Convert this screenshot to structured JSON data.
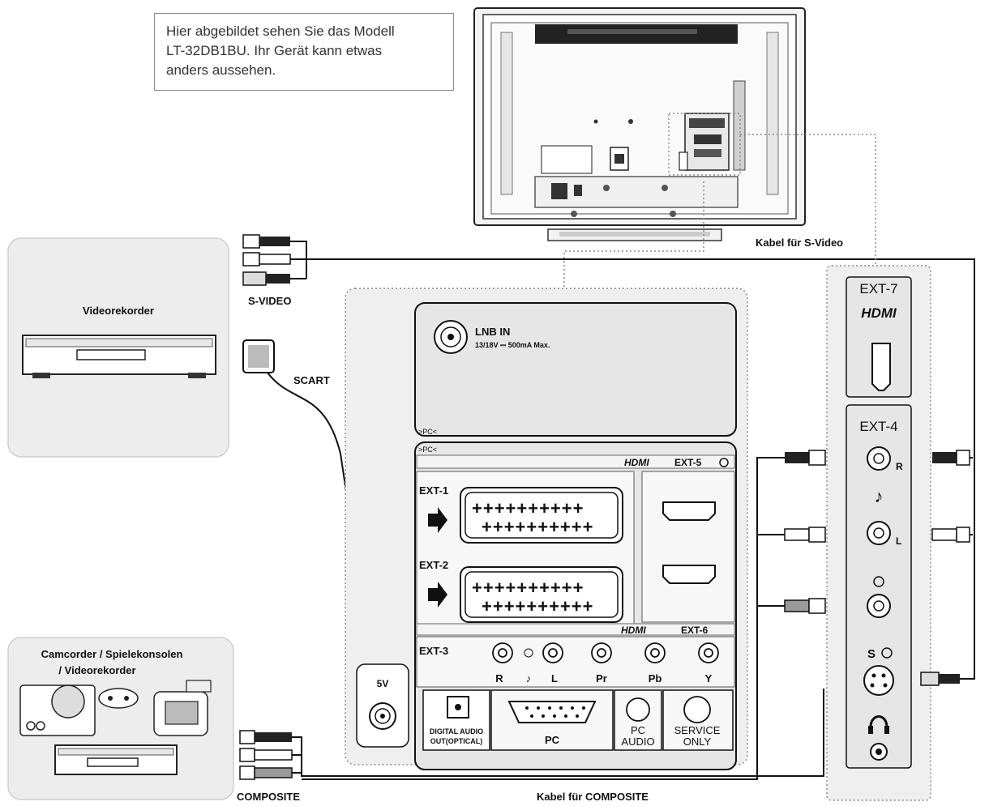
{
  "note": {
    "lines": [
      "Hier abgebildet sehen Sie das Modell",
      "LT-32DB1BU. Ihr Gerät kann etwas",
      "anders aussehen."
    ]
  },
  "devices": {
    "videorecorder": "Videorekorder",
    "camcorder_line1": "Camcorder / Spielekonsolen",
    "camcorder_line2": "/ Videorekorder"
  },
  "cables": {
    "svideo_jack": "S-VIDEO",
    "scart": "SCART",
    "composite": "COMPOSITE",
    "svideo_cable": "Kabel für S-Video",
    "composite_cable": "Kabel für COMPOSITE"
  },
  "panel": {
    "lnb_title": "LNB IN",
    "lnb_spec": "13/18V ⎓ 500mA Max.",
    "pc_marker_1": ">PC<",
    "pc_marker_2": ">PC<",
    "hdmi_logo": "HDMI",
    "ext5": "EXT-5",
    "ext1": "EXT-1",
    "ext2": "EXT-2",
    "ext6": "EXT-6",
    "ext3": "EXT-3",
    "scart_pins": "++++++++++",
    "ext3_r": "R",
    "ext3_l": "L",
    "ext3_pr": "Pr",
    "ext3_pb": "Pb",
    "ext3_y": "Y",
    "power_5v": "5V",
    "digital_audio_1": "DIGITAL AUDIO",
    "digital_audio_2": "OUT(OPTICAL)",
    "pc": "PC",
    "pc_audio_1": "PC",
    "pc_audio_2": "AUDIO",
    "service_1": "SERVICE",
    "service_2": "ONLY"
  },
  "side_panel": {
    "ext7": "EXT-7",
    "hdmi_logo": "HDMI",
    "ext4": "EXT-4",
    "r": "R",
    "l": "L",
    "music": "♪",
    "svideo_label": "S"
  }
}
